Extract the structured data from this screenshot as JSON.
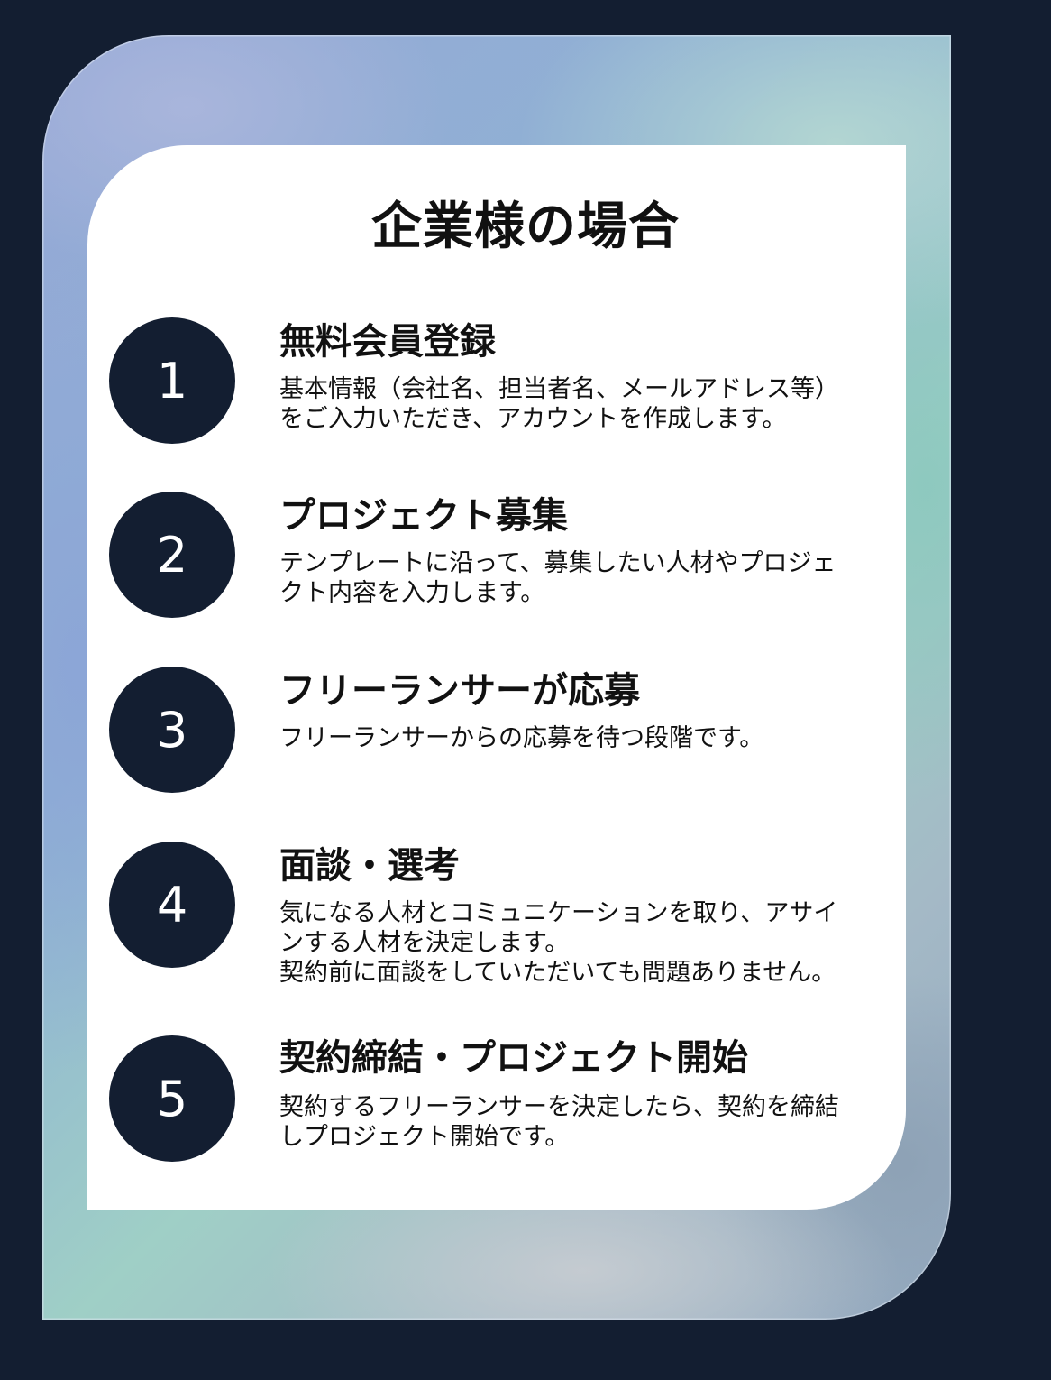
{
  "page": {
    "title": "企業様の場合",
    "colors": {
      "background": "#131e31",
      "card": "#ffffff",
      "circle": "#131e31",
      "circle_text": "#ffffff",
      "text": "#111111"
    }
  },
  "steps": [
    {
      "number": "1",
      "title": "無料会員登録",
      "desc": [
        "基本情報（会社名、担当者名、メールアドレス等）",
        "をご入力いただき、アカウントを作成します。"
      ]
    },
    {
      "number": "2",
      "title": "プロジェクト募集",
      "desc": [
        "テンプレートに沿って、募集したい人材やプロジェ",
        "クト内容を入力します。"
      ]
    },
    {
      "number": "3",
      "title": "フリーランサーが応募",
      "desc": [
        "フリーランサーからの応募を待つ段階です。"
      ]
    },
    {
      "number": "4",
      "title": "面談・選考",
      "desc": [
        "気になる人材とコミュニケーションを取り、アサイ",
        "ンする人材を決定します。",
        "契約前に面談をしていただいても問題ありません。"
      ]
    },
    {
      "number": "5",
      "title": "契約締結・プロジェクト開始",
      "desc": [
        "契約するフリーランサーを決定したら、契約を締結",
        "しプロジェクト開始です。"
      ]
    }
  ]
}
